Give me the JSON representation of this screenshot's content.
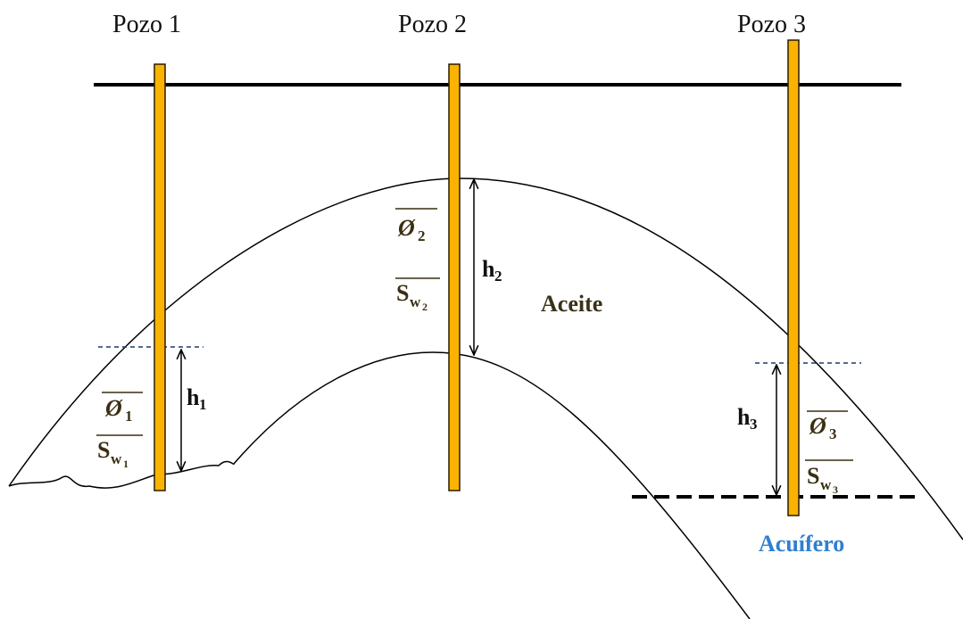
{
  "wells": [
    {
      "label": "Pozo 1",
      "phi": "Ø",
      "phi_sub": "1",
      "sw": "S",
      "sw_sub": "w",
      "sw_subsub": "1",
      "h": "h",
      "h_sub": "1"
    },
    {
      "label": "Pozo 2",
      "phi": "Ø",
      "phi_sub": "2",
      "sw": "S",
      "sw_sub": "w",
      "sw_subsub": "2",
      "h": "h",
      "h_sub": "2"
    },
    {
      "label": "Pozo 3",
      "phi": "Ø",
      "phi_sub": "3",
      "sw": "S",
      "sw_sub": "w",
      "sw_subsub": "3",
      "h": "h",
      "h_sub": "3"
    }
  ],
  "zones": {
    "oil": "Aceite",
    "aquifer": "Acuífero"
  },
  "colors": {
    "well": "#F9B300",
    "well_stroke": "#2a1a00",
    "line": "#000000",
    "dashed_contact": "#1f3a6b",
    "oil_text": "#3a3216",
    "aquifer_text": "#2f7fd0"
  }
}
